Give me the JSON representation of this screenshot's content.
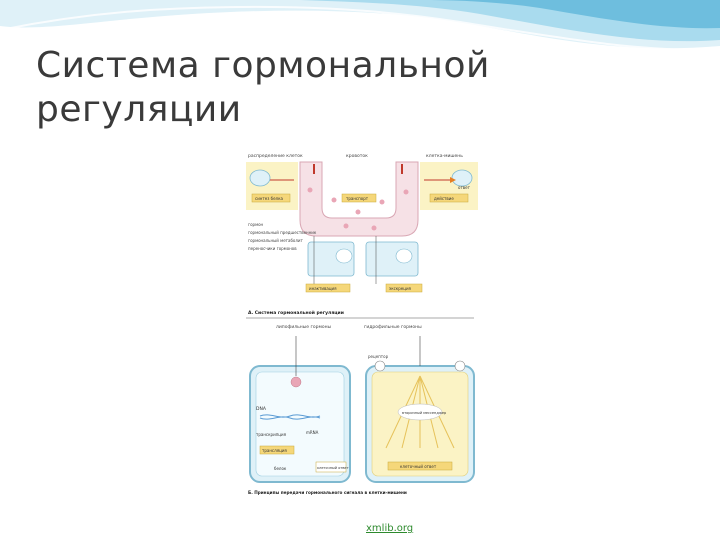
{
  "slide": {
    "title_line1": "Система гормональной",
    "title_line2": "регуляции",
    "source_link": "xmlib.org"
  },
  "figure": {
    "panel_a": {
      "label_left": "распределение клеток",
      "label_mid": "кровоток",
      "label_right": "клетка-мишень",
      "box_synthesis": "синтез белка",
      "box_transport": "транспорт",
      "box_effect": "действие",
      "box_answer": "ответ",
      "box_inactivation": "инактивация",
      "box_excretion": "экскреция",
      "legend_1": "гормон",
      "legend_2": "гормональный предшественник",
      "legend_3": "гормональный метаболит",
      "legend_4": "переносчики гормонов",
      "caption": "А. Система гормональной регуляции"
    },
    "panel_b": {
      "header_left": "липофильные гормоны",
      "header_right": "гидрофильные гормоны",
      "label_receptor": "рецептор",
      "label_dna": "DNA",
      "label_mrna": "mRNA",
      "label_transcription": "транскрипция",
      "label_translation": "трансляция",
      "label_protein": "белок",
      "box_signal": "вторичный мессенджер",
      "box_response_left": "клеточный ответ",
      "box_response_right": "клеточный ответ",
      "caption": "Б. Принципы передачи гормонального сигнала в клетки-мишени"
    }
  },
  "colors": {
    "wave_light": "#dff1f8",
    "wave_mid": "#a9dbee",
    "wave_dark": "#5fb7d9",
    "panel_yellow": "#fbf3c5",
    "panel_pink": "#f6e1e6",
    "cell_blue": "#dff1f8",
    "link_green": "#2d8a2d"
  }
}
